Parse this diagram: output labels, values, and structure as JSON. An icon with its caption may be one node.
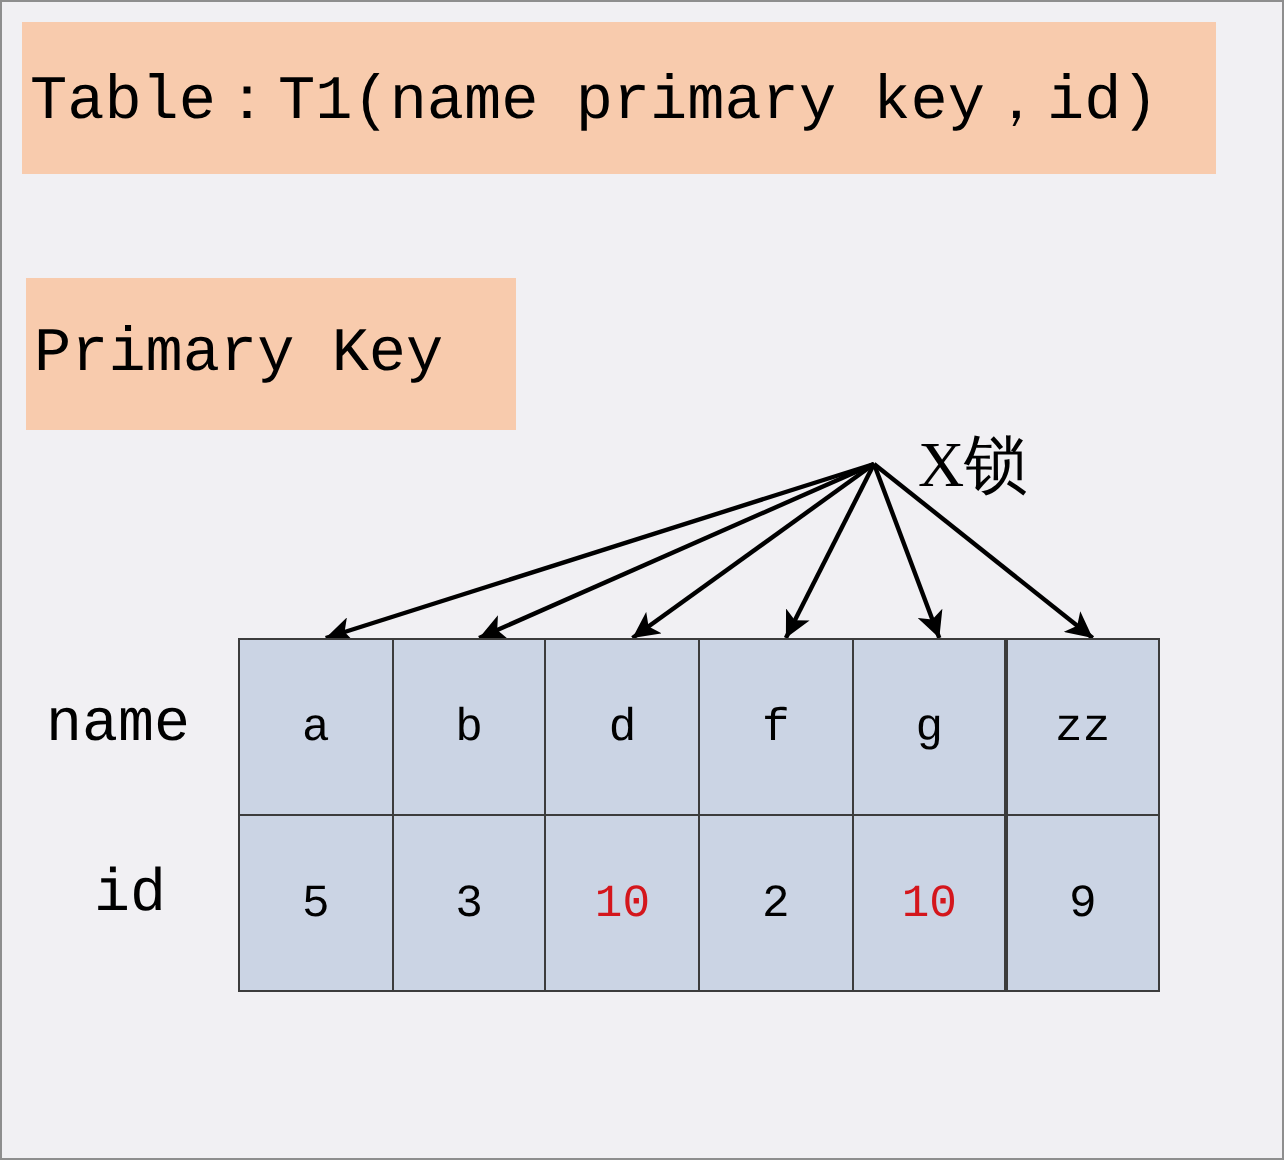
{
  "diagram": {
    "nodes": [
      {
        "text": [
          "Table：T1(name primary key，id)"
        ]
      },
      {
        "text": [
          "Primary Key"
        ]
      },
      {
        "text": [
          "X锁"
        ]
      },
      {
        "text": [
          "a"
        ]
      },
      {
        "text": [
          "b"
        ]
      },
      {
        "text": [
          "d"
        ]
      },
      {
        "text": [
          "f"
        ]
      },
      {
        "text": [
          "g"
        ]
      },
      {
        "text": [
          "zz"
        ]
      },
      {
        "text": [
          "5"
        ]
      },
      {
        "text": [
          "3"
        ]
      },
      {
        "text": [
          "10"
        ]
      },
      {
        "text": [
          "2"
        ]
      },
      {
        "text": [
          "10"
        ]
      },
      {
        "text": [
          "9"
        ]
      }
    ],
    "edges": [
      {
        "from": 2,
        "to": 3,
        "arrow": "to"
      },
      {
        "from": 2,
        "to": 4,
        "arrow": "to"
      },
      {
        "from": 2,
        "to": 5,
        "arrow": "to"
      },
      {
        "from": 2,
        "to": 6,
        "arrow": "to"
      },
      {
        "from": 2,
        "to": 7,
        "arrow": "to"
      },
      {
        "from": 2,
        "to": 8,
        "arrow": "to"
      }
    ],
    "labels": [
      "name",
      "id"
    ]
  }
}
